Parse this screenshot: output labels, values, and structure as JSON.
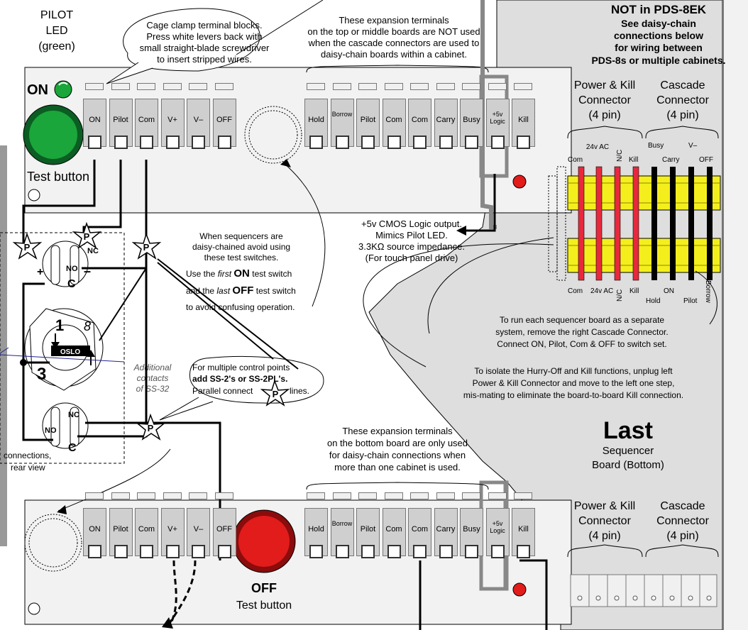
{
  "pilot_led": {
    "line1": "PILOT",
    "line2": "LED",
    "line3": "(green)",
    "on_label": "ON"
  },
  "cage_note": [
    "Cage clamp terminal blocks.",
    "Press white levers back with",
    "small straight-blade screwdriver",
    "to insert stripped wires."
  ],
  "top_expansion_note": [
    "These expansion terminals",
    "on the top or middle boards are NOT used",
    "when the cascade connectors are used to",
    "daisy-chain boards within a cabinet."
  ],
  "not_pds": {
    "title": "NOT in PDS-8EK",
    "lines": [
      "See daisy-chain",
      "connections below",
      "for wiring between",
      "PDS-8s or multiple cabinets."
    ]
  },
  "power_kill_top": [
    "Power & Kill",
    "Connector",
    "(4 pin)"
  ],
  "cascade_top": [
    "Cascade",
    "Connector",
    "(4 pin)"
  ],
  "conn_top_labels": [
    "Com",
    "24v AC",
    "N/C",
    "Kill",
    "Busy",
    "Carry",
    "V–",
    "OFF"
  ],
  "conn_bot_labels": [
    "Com",
    "24v AC",
    "N/C",
    "Kill",
    "Hold",
    "ON",
    "Pilot",
    "Borrow"
  ],
  "terminals_left": [
    "ON",
    "Pilot",
    "Com",
    "V+",
    "V–",
    "OFF"
  ],
  "terminals_right": [
    "Hold",
    "Borrow",
    "Pilot",
    "Com",
    "Com",
    "Carry",
    "Busy",
    "+5v Logic",
    "Kill"
  ],
  "test_button_top": "Test button",
  "cmos_note": [
    "+5v CMOS Logic output.",
    "Mimics Pilot LED.",
    "3.3KΩ source impedance.",
    "(For touch panel drive)"
  ],
  "daisy_note": [
    "When sequencers are",
    "daisy-chained avoid using",
    "these test switches."
  ],
  "first_last_note": {
    "l1a": "Use the",
    "l1b": "first",
    "l1c": "ON",
    "l1d": "test switch",
    "l2a": "and the",
    "l2b": "last",
    "l2c": "OFF",
    "l2d": "test switch",
    "l3": "to avoid confusing operation."
  },
  "separate_note": [
    "To run each sequencer board as a separate",
    "system, remove the right Cascade Connector.",
    "Connect ON, Pilot, Com & OFF to switch set."
  ],
  "isolate_note": [
    "To isolate the Hurry-Off and Kill functions, unplug left",
    "Power & Kill Connector and move to the left one step,",
    "mis-mating to eliminate the board-to-board Kill connection."
  ],
  "switch_labels": {
    "no": "NO",
    "nc": "NC",
    "c": "C",
    "p": "P",
    "plus": "+",
    "minus": "–",
    "one": "1",
    "eight": "8",
    "three": "3",
    "oslo": "OSLO"
  },
  "additional_contacts": [
    "Additional",
    "contacts",
    "of SS-32"
  ],
  "multi_note": {
    "l1": "For multiple control points",
    "l2": "add SS-2's or SS-2PL's.",
    "l3a": "Parallel connect",
    "l3b": "lines."
  },
  "connections_label": [
    "connections,",
    "rear view"
  ],
  "bottom_expansion_note": [
    "These expansion terminals",
    "on the bottom board are only used",
    "for daisy-chain connections when",
    "more than one cabinet is used."
  ],
  "last_board": {
    "title": "Last",
    "l1": "Sequencer",
    "l2": "Board (Bottom)"
  },
  "power_kill_bottom": [
    "Power & Kill",
    "Connector",
    "(4 pin)"
  ],
  "cascade_bottom": [
    "Cascade",
    "Connector",
    "(4 pin)"
  ],
  "off_button": {
    "label": "OFF",
    "sub": "Test button"
  },
  "colors": {
    "red_wire": "#e8283c",
    "yellow": "#f4ef1c",
    "led_green": "#1aa63a",
    "led_red": "#e21b1b",
    "gray_panel": "#dedede"
  }
}
